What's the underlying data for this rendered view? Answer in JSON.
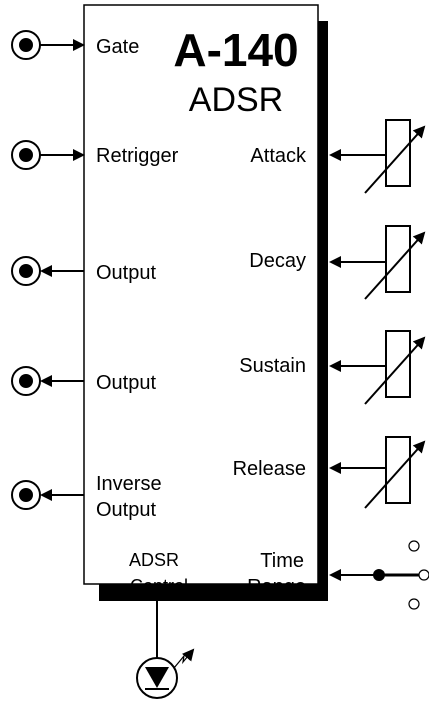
{
  "module": {
    "title": "A-140",
    "subtitle": "ADSR"
  },
  "inputs": {
    "gate": "Gate",
    "retrigger": "Retrigger"
  },
  "outputs": {
    "output_1": "Output",
    "output_2": "Output",
    "inverse_line1": "Inverse",
    "inverse_line2": "Output"
  },
  "controls": {
    "attack": "Attack",
    "decay": "Decay",
    "sustain": "Sustain",
    "release": "Release",
    "time_line1": "Time",
    "time_line2": "Range"
  },
  "indicator": {
    "line1": "ADSR",
    "line2": "Control"
  }
}
